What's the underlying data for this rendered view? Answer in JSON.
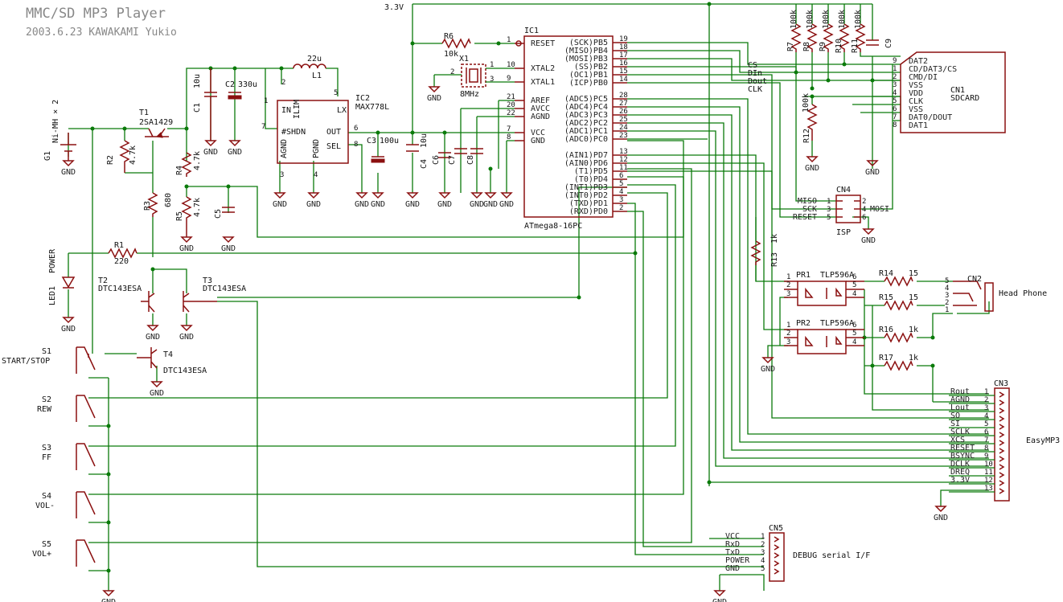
{
  "title": "MMC/SD MP3 Player",
  "subtitle": "2003.6.23  KAWAKAMI Yukio",
  "rail": "3.3V",
  "gnd": "GND",
  "battery": {
    "ref": "G1",
    "value": "Ni-MH × 2"
  },
  "t1": {
    "ref": "T1",
    "value": "2SA1429"
  },
  "r2": {
    "ref": "R2",
    "value": "4.7k"
  },
  "r3": {
    "ref": "R3",
    "value": "680"
  },
  "r4": {
    "ref": "R4",
    "value": "4.7k"
  },
  "r5": {
    "ref": "R5",
    "value": "4.7k"
  },
  "r1": {
    "ref": "R1",
    "value": "220"
  },
  "r6": {
    "ref": "R6",
    "value": "10k"
  },
  "r7": {
    "ref": "R7",
    "value": "100k"
  },
  "r8": {
    "ref": "R8",
    "value": "100k"
  },
  "r9": {
    "ref": "R9",
    "value": "100k"
  },
  "r10": {
    "ref": "R10",
    "value": "100k"
  },
  "r11": {
    "ref": "R11",
    "value": "100k"
  },
  "r12": {
    "ref": "R12",
    "value": "100k"
  },
  "r13": {
    "ref": "R13",
    "value": "1k"
  },
  "r14": {
    "ref": "R14",
    "value": "15"
  },
  "r15": {
    "ref": "R15",
    "value": "15"
  },
  "r16": {
    "ref": "R16",
    "value": "1k"
  },
  "r17": {
    "ref": "R17",
    "value": "1k"
  },
  "c1": {
    "ref": "C1",
    "value": "10u"
  },
  "c2": {
    "ref": "C2",
    "value": "330u"
  },
  "c3": {
    "ref": "C3",
    "value": "100u"
  },
  "c4": {
    "ref": "C4",
    "value": "10u"
  },
  "c5": "C5",
  "c6": "C6",
  "c7": "C7",
  "c8": "C8",
  "c9": "C9",
  "l1": {
    "ref": "L1",
    "value": "22u"
  },
  "x1": {
    "ref": "X1",
    "value": "8MHz"
  },
  "led1": {
    "ref": "LED1",
    "label": "POWER"
  },
  "t2": {
    "ref": "T2",
    "value": "DTC143ESA"
  },
  "t3": {
    "ref": "T3",
    "value": "DTC143ESA"
  },
  "t4": {
    "ref": "T4",
    "value": "DTC143ESA"
  },
  "switches": [
    {
      "ref": "S1",
      "label": "START/STOP"
    },
    {
      "ref": "S2",
      "label": "REW"
    },
    {
      "ref": "S3",
      "label": "FF"
    },
    {
      "ref": "S4",
      "label": "VOL-"
    },
    {
      "ref": "S5",
      "label": "VOL+"
    }
  ],
  "ic2": {
    "ref": "IC2",
    "part": "MAX778L",
    "pins": [
      {
        "n": "7",
        "name": "IN"
      },
      {
        "n": "2",
        "name": "ILIM"
      },
      {
        "n": "5",
        "name": "LX"
      },
      {
        "n": "1",
        "name": "#SHDN"
      },
      {
        "n": "6",
        "name": "OUT"
      },
      {
        "n": "8",
        "name": "SEL"
      },
      {
        "n": "3",
        "name": "AGND"
      },
      {
        "n": "4",
        "name": "PGND"
      }
    ]
  },
  "ic1": {
    "ref": "IC1",
    "part": "ATmega8-16PC",
    "left_pins": [
      {
        "n": "1",
        "name": "RESET"
      },
      {
        "n": "10",
        "name": "XTAL2"
      },
      {
        "n": "9",
        "name": "XTAL1"
      },
      {
        "n": "21",
        "name": "AREF"
      },
      {
        "n": "20",
        "name": "AVCC"
      },
      {
        "n": "22",
        "name": "AGND"
      },
      {
        "n": "7",
        "name": "VCC"
      },
      {
        "n": "8",
        "name": "GND"
      }
    ],
    "right_pins": [
      {
        "n": "19",
        "name": "(SCK)PB5"
      },
      {
        "n": "18",
        "name": "(MISO)PB4"
      },
      {
        "n": "17",
        "name": "(MOSI)PB3"
      },
      {
        "n": "16",
        "name": "(SS)PB2"
      },
      {
        "n": "15",
        "name": "(OC1)PB1"
      },
      {
        "n": "14",
        "name": "(ICP)PB0"
      },
      {
        "n": "28",
        "name": "(ADC5)PC5"
      },
      {
        "n": "27",
        "name": "(ADC4)PC4"
      },
      {
        "n": "26",
        "name": "(ADC3)PC3"
      },
      {
        "n": "25",
        "name": "(ADC2)PC2"
      },
      {
        "n": "24",
        "name": "(ADC1)PC1"
      },
      {
        "n": "23",
        "name": "(ADC0)PC0"
      },
      {
        "n": "13",
        "name": "(AIN1)PD7"
      },
      {
        "n": "12",
        "name": "(AIN0)PD6"
      },
      {
        "n": "11",
        "name": "(T1)PD5"
      },
      {
        "n": "6",
        "name": "(T0)PD4"
      },
      {
        "n": "5",
        "name": "(INT1)PD3"
      },
      {
        "n": "4",
        "name": "(INT0)PD2"
      },
      {
        "n": "3",
        "name": "(TXD)PD1"
      },
      {
        "n": "2",
        "name": "(RXD)PD0"
      }
    ]
  },
  "cn1": {
    "ref": "CN1",
    "name": "SDCARD",
    "pins": [
      {
        "n": "9",
        "name": "DAT2"
      },
      {
        "n": "1",
        "name": "CD/DAT3/CS"
      },
      {
        "n": "2",
        "name": "CMD/DI"
      },
      {
        "n": "3",
        "name": "VSS"
      },
      {
        "n": "4",
        "name": "VDD"
      },
      {
        "n": "5",
        "name": "CLK"
      },
      {
        "n": "6",
        "name": "VSS"
      },
      {
        "n": "7",
        "name": "DAT0/DOUT"
      },
      {
        "n": "8",
        "name": "DAT1"
      }
    ],
    "signals": [
      "CS",
      "DIn",
      "Dout",
      "CLK"
    ]
  },
  "cn4": {
    "ref": "CN4",
    "name": "ISP",
    "left": [
      {
        "n": "1",
        "name": "MISO"
      },
      {
        "n": "3",
        "name": "SCK"
      },
      {
        "n": "5",
        "name": "RESET"
      }
    ],
    "right": [
      {
        "n": "2",
        "name": ""
      },
      {
        "n": "4",
        "name": "MOSI"
      },
      {
        "n": "6",
        "name": ""
      }
    ]
  },
  "cn2": {
    "ref": "CN2",
    "name": "Head Phone",
    "pins": [
      "5",
      "4",
      "3",
      "2",
      "1"
    ]
  },
  "pr1": {
    "ref": "PR1",
    "part": "TLP596A"
  },
  "pr2": {
    "ref": "PR2",
    "part": "TLP596A"
  },
  "cn3": {
    "ref": "CN3",
    "name": "EasyMP3",
    "pins": [
      {
        "n": "1",
        "name": "Rout"
      },
      {
        "n": "2",
        "name": "AGND"
      },
      {
        "n": "3",
        "name": "Lout"
      },
      {
        "n": "4",
        "name": "SO"
      },
      {
        "n": "5",
        "name": "SI"
      },
      {
        "n": "6",
        "name": "SCLK"
      },
      {
        "n": "7",
        "name": "XCS"
      },
      {
        "n": "8",
        "name": "RESET"
      },
      {
        "n": "9",
        "name": "BSYNC"
      },
      {
        "n": "10",
        "name": "DCLK"
      },
      {
        "n": "11",
        "name": "DREQ"
      },
      {
        "n": "12",
        "name": "3.3V"
      },
      {
        "n": "13",
        "name": ""
      }
    ]
  },
  "cn5": {
    "ref": "CN5",
    "name": "DEBUG serial I/F",
    "pins": [
      {
        "n": "1",
        "name": "VCC"
      },
      {
        "n": "2",
        "name": "RxD"
      },
      {
        "n": "3",
        "name": "TxD"
      },
      {
        "n": "4",
        "name": "POWER"
      },
      {
        "n": "5",
        "name": "GND"
      }
    ]
  }
}
